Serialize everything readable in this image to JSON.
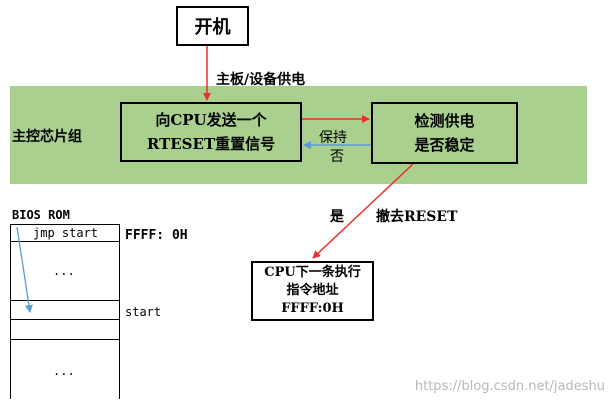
{
  "boot": {
    "label": "开机"
  },
  "power_supply_label": "主板/设备供电",
  "chipset": {
    "label": "主控芯片组"
  },
  "send_reset": {
    "line1": "向CPU发送一个",
    "line2": "RTESET重置信号"
  },
  "check_power": {
    "line1": "检测供电",
    "line2": "是否稳定"
  },
  "keep_label": "保持",
  "no_label": "否",
  "yes_label": "是",
  "remove_reset_label": "撤去RESET",
  "cpu_next": {
    "line1": "CPU下一条执行",
    "line2": "指令地址",
    "line3": "FFFF:0H"
  },
  "bios_rom": {
    "title": "BIOS ROM",
    "cells": [
      "jmp start",
      "...",
      "",
      "",
      "..."
    ],
    "addr_top": "FFFF: 0H",
    "addr_start": "start"
  },
  "watermark": "https://blog.csdn.net/jadeshu",
  "colors": {
    "band_green": "#a9d08e",
    "red_arrow": "#e8312a",
    "blue_arrow": "#5b9bd5"
  }
}
